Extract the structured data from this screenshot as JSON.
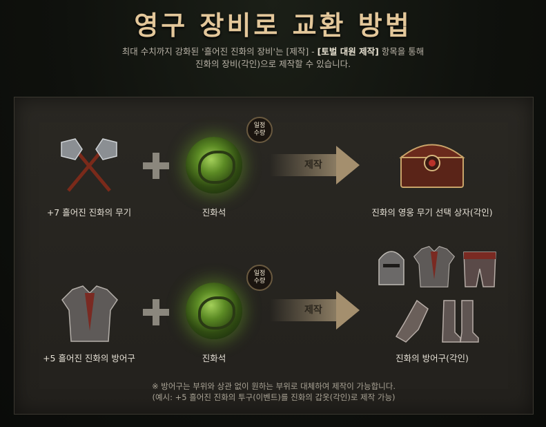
{
  "title": "영구 장비로 교환 방법",
  "description": {
    "line1_a": "최대 수치까지 강화된 '흘어진 진화의 장비'는 [제작] - ",
    "line1_b": "[토벌 대원 제작]",
    "line1_c": " 항목을 통해",
    "line2": "진화의 장비(각인)으로 제작할 수 있습니다."
  },
  "row1": {
    "input_label": "+7 흘어진 진화의 무기",
    "material_label": "진화석",
    "badge": [
      "일정",
      "수량"
    ],
    "arrow_label": "제작",
    "result_label": "진화의 영웅 무기 선택 상자(각인)"
  },
  "row2": {
    "input_label": "+5 흘어진 진화의 방어구",
    "material_label": "진화석",
    "badge": [
      "일정",
      "수량"
    ],
    "arrow_label": "제작",
    "result_label": "진화의 방어구(각인)"
  },
  "notes": {
    "line1": "※ 방어구는 부위와 상관 없이 원하는 부위로 대체하여 제작이 가능합니다.",
    "line2": "(예시: +5 흘어진 진화의 투구(이벤트)를 진화의 갑옷(각인)로 제작 가능)"
  },
  "colors": {
    "title": "#e3c79a",
    "panel": "#2a2823",
    "stone_glow": "#a4d05a"
  }
}
